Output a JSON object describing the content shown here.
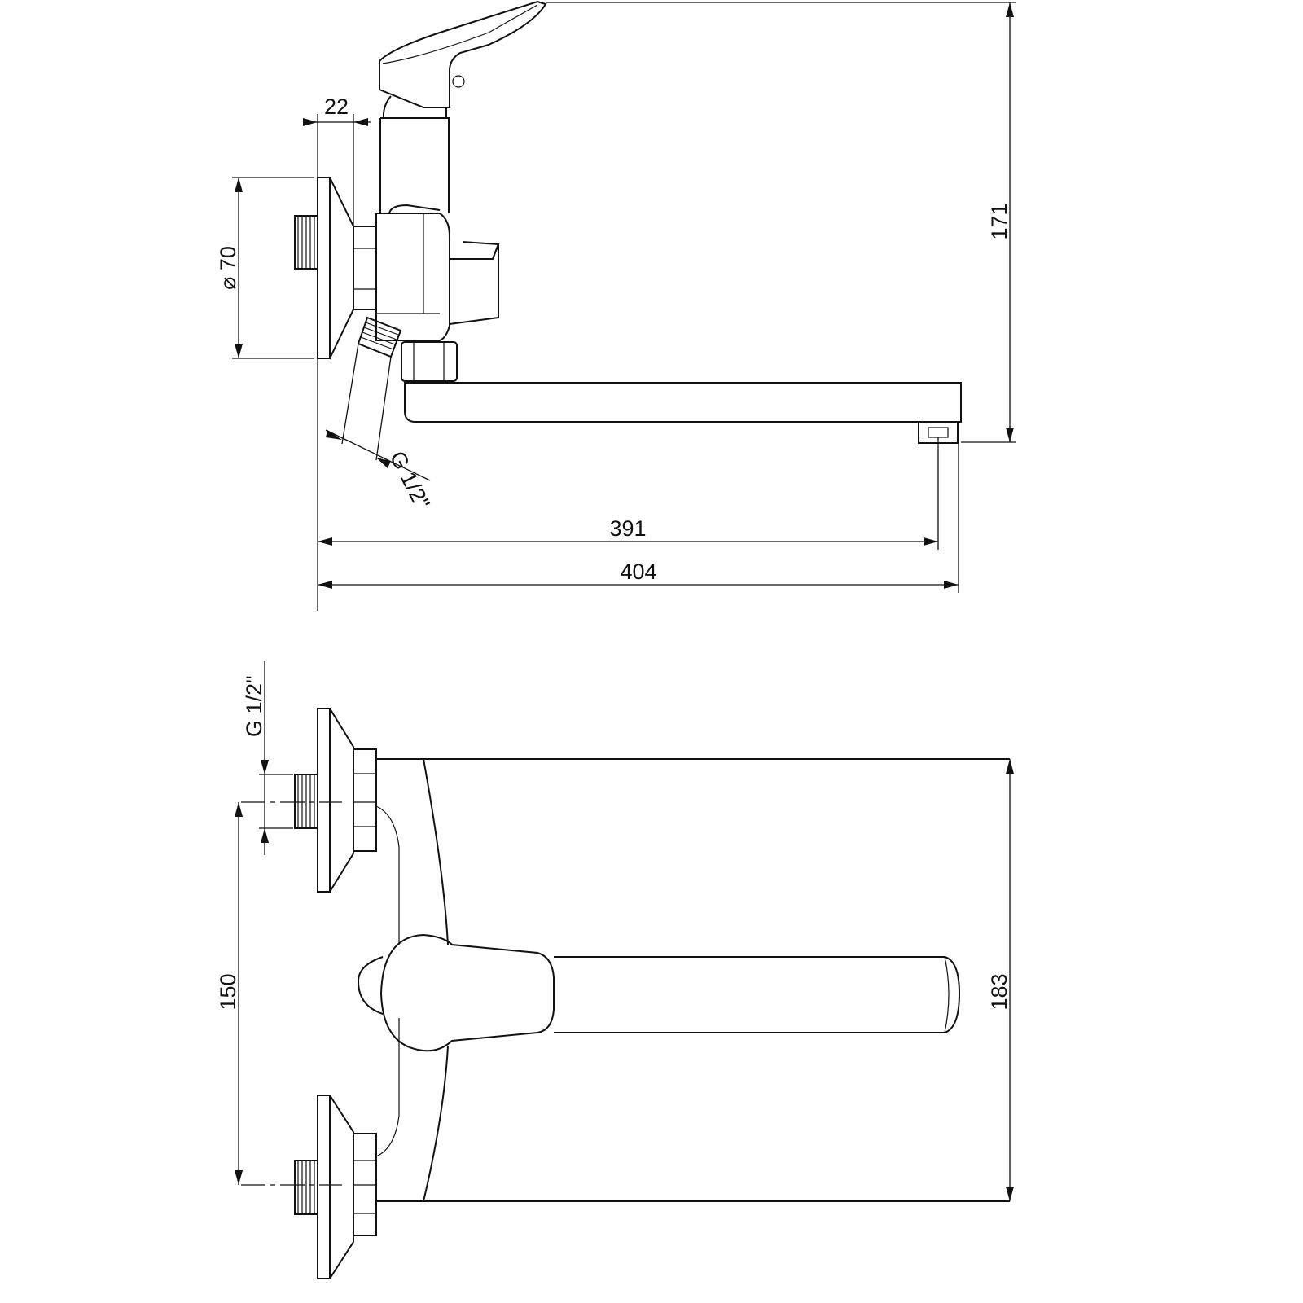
{
  "drawing": {
    "side_view": {
      "height_label": "171",
      "projection_inner_label": "391",
      "projection_total_label": "404",
      "flange_depth_label": "22",
      "flange_diameter_label": "⌀ 70",
      "thread_label": "G 1/2\""
    },
    "front_view": {
      "thread_label": "G 1/2\"",
      "center_distance_label": "150",
      "height_label": "183"
    },
    "line_color": "#111111"
  }
}
